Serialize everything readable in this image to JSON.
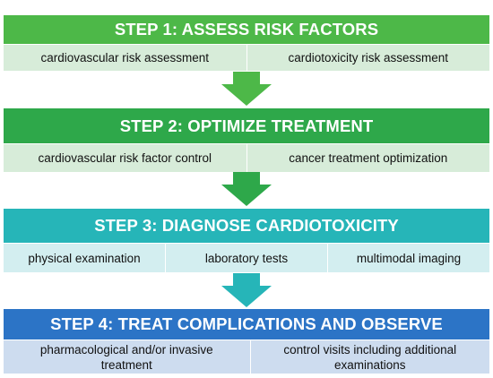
{
  "steps": [
    {
      "title": "STEP 1: ASSESS RISK FACTORS",
      "color": "#4db848",
      "row_color": "#d7ecd9",
      "border_color": "#ffffff",
      "items": [
        "cardiovascular risk assessment",
        "cardiotoxicity risk assessment"
      ]
    },
    {
      "title": "STEP 2: OPTIMIZE TREATMENT",
      "color": "#2ea84a",
      "row_color": "#d7ecd9",
      "border_color": "#ffffff",
      "items": [
        "cardiovascular risk factor control",
        "cancer treatment optimization"
      ]
    },
    {
      "title": "STEP 3: DIAGNOSE CARDIOTOXICITY",
      "color": "#26b5b8",
      "row_color": "#d3eef0",
      "border_color": "#ffffff",
      "items": [
        "physical examination",
        "laboratory tests",
        "multimodal imaging"
      ]
    },
    {
      "title": "STEP 4: TREAT COMPLICATIONS AND OBSERVE",
      "color": "#2c74c6",
      "row_color": "#cddcef",
      "border_color": "#ffffff",
      "items": [
        "pharmacological and/or invasive treatment",
        "control visits including additional examinations"
      ]
    }
  ],
  "arrows": [
    {
      "color": "#4db848"
    },
    {
      "color": "#2ea84a"
    },
    {
      "color": "#26b5b8"
    }
  ]
}
